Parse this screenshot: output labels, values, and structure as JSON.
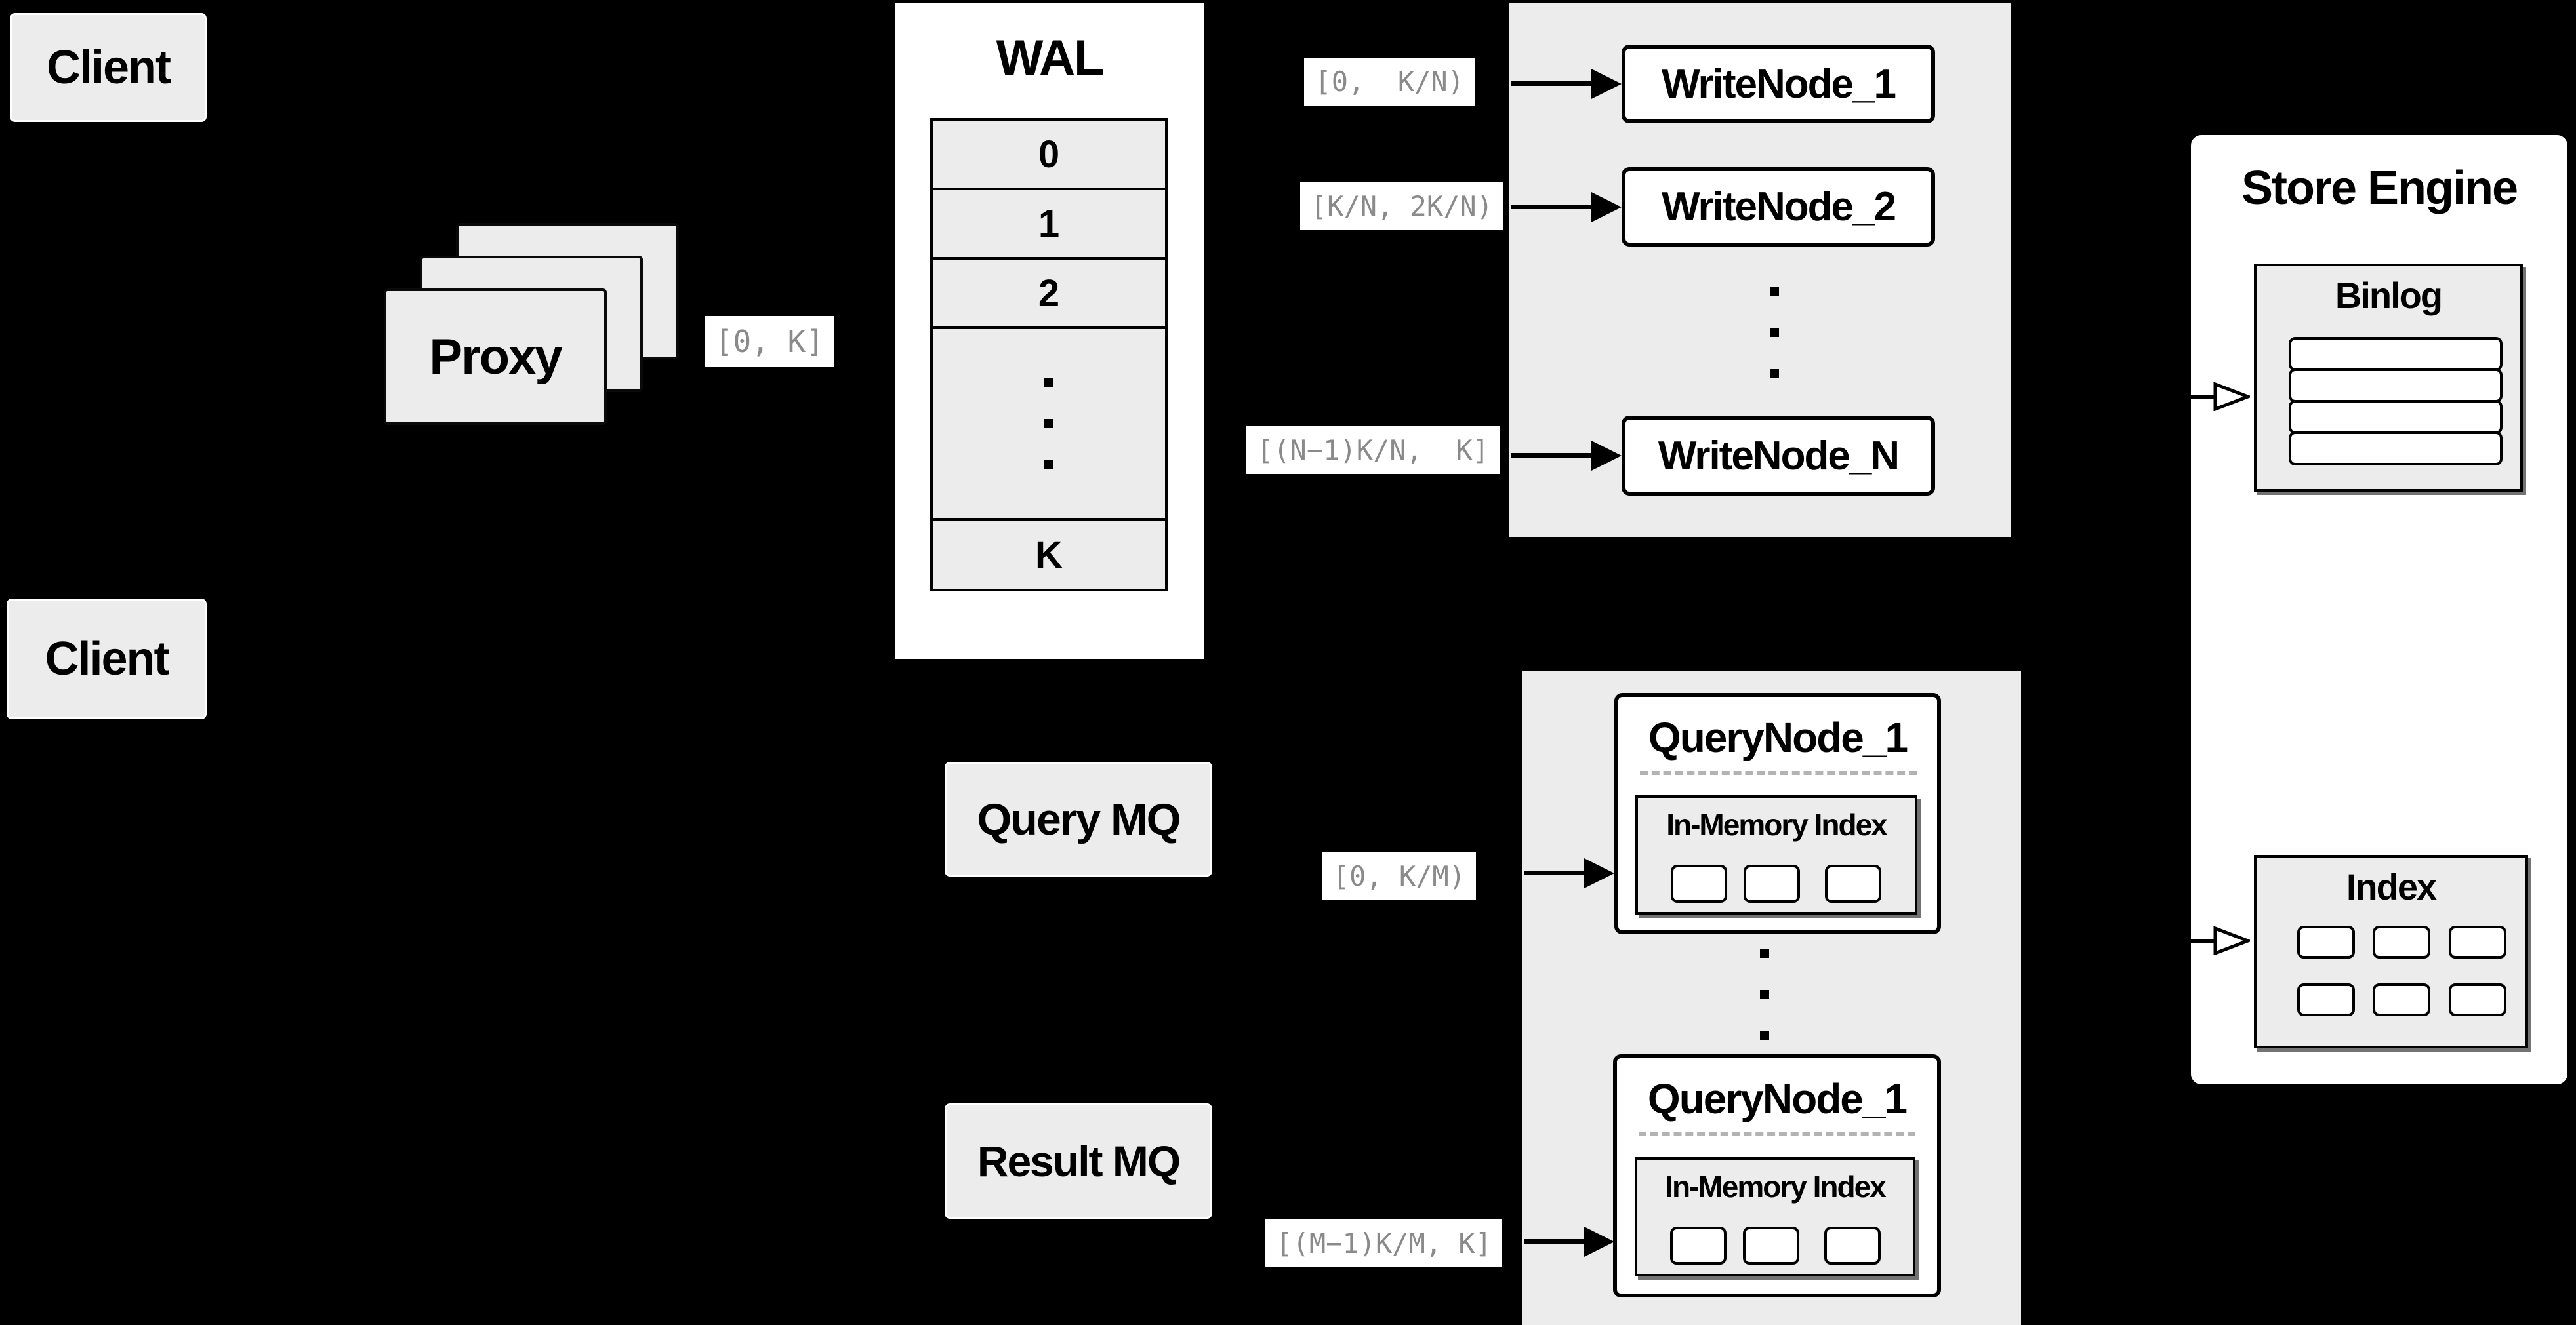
{
  "colors": {
    "background": "#000000",
    "panel_light_gray": "#ececec",
    "panel_white": "#ffffff",
    "border_black": "#000000",
    "range_label_text": "#8a8a8a",
    "dashed_divider": "#b3b3b3"
  },
  "clients": {
    "top_label": "Client",
    "bottom_label": "Client"
  },
  "proxy": {
    "label": "Proxy"
  },
  "routing_labels": {
    "proxy_to_wal": "[0, K]",
    "wal_to_writenode_1": "[0,  K/N)",
    "wal_to_writenode_2": "[K/N, 2K/N)",
    "wal_to_writenode_n": "[(N−1)K/N,  K]",
    "query_mq_to_querynode_top": "[0, K/M)",
    "query_mq_to_querynode_bottom": "[(M−1)K/M, K]"
  },
  "wal": {
    "title": "WAL",
    "segments": [
      "0",
      "1",
      "2"
    ],
    "last_segment": "K"
  },
  "write_nodes": {
    "node_1": "WriteNode_1",
    "node_2": "WriteNode_2",
    "node_n": "WriteNode_N"
  },
  "query_nodes": {
    "node_top": {
      "title": "QueryNode_1",
      "inner_title": "In-Memory Index"
    },
    "node_bottom": {
      "title": "QueryNode_1",
      "inner_title": "In-Memory Index"
    }
  },
  "message_queues": {
    "query_mq": "Query MQ",
    "result_mq": "Result MQ"
  },
  "store_engine": {
    "title": "Store Engine",
    "binlog_title": "Binlog",
    "index_title": "Index"
  }
}
